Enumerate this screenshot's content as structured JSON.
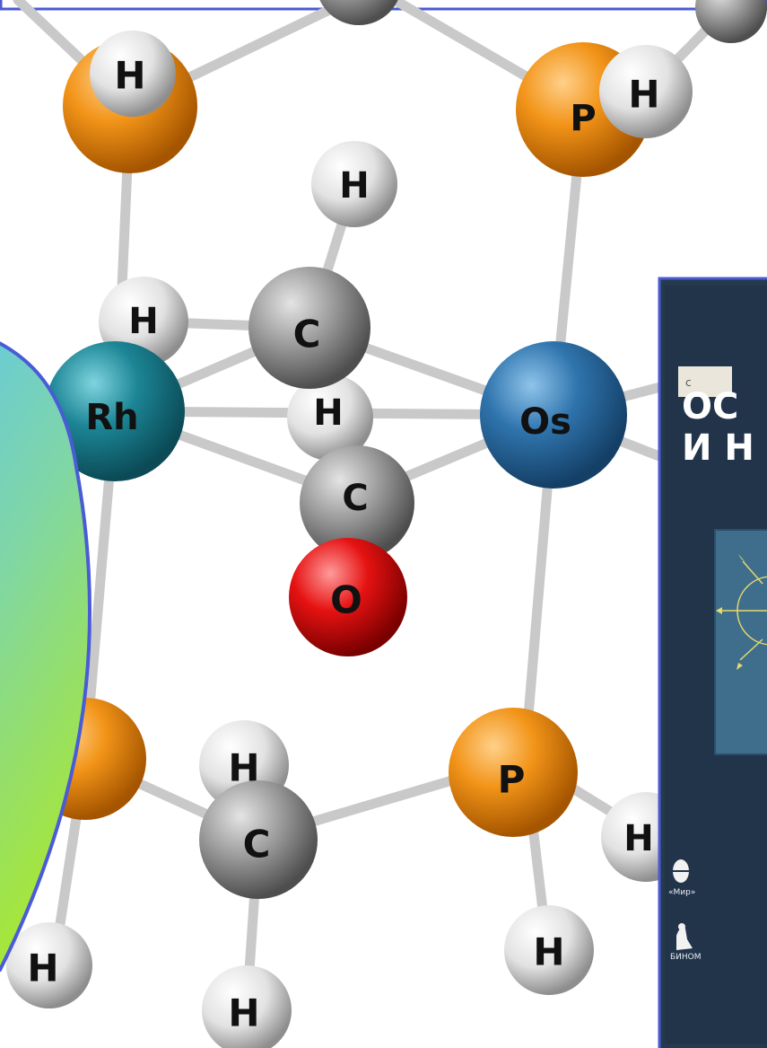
{
  "molecule": {
    "atoms": [
      {
        "id": "p_top_left",
        "label": "",
        "element": "P"
      },
      {
        "id": "h_on_p_top_left",
        "label": "H",
        "element": "H"
      },
      {
        "id": "p_top_right",
        "label": "P",
        "element": "P"
      },
      {
        "id": "h_on_p_top_right",
        "label": "H",
        "element": "H"
      },
      {
        "id": "h_top_center",
        "label": "H",
        "element": "H"
      },
      {
        "id": "h_left_mid",
        "label": "H",
        "element": "H"
      },
      {
        "id": "c_upper",
        "label": "C",
        "element": "C"
      },
      {
        "id": "h_under_c",
        "label": "H",
        "element": "H"
      },
      {
        "id": "rh",
        "label": "Rh",
        "element": "Rh"
      },
      {
        "id": "os",
        "label": "Os",
        "element": "Os"
      },
      {
        "id": "c_carbonyl",
        "label": "C",
        "element": "C"
      },
      {
        "id": "o_carbonyl",
        "label": "O",
        "element": "O"
      },
      {
        "id": "p_bottom_left",
        "label": "",
        "element": "P"
      },
      {
        "id": "p_bottom_right",
        "label": "P",
        "element": "P"
      },
      {
        "id": "h_c_lower_top",
        "label": "H",
        "element": "H"
      },
      {
        "id": "c_lower",
        "label": "C",
        "element": "C"
      },
      {
        "id": "h_right_p",
        "label": "H",
        "element": "H"
      },
      {
        "id": "h_bottom_left",
        "label": "H",
        "element": "H"
      },
      {
        "id": "h_bottom_p",
        "label": "H",
        "element": "H"
      },
      {
        "id": "h_bottom_c",
        "label": "H",
        "element": "H"
      }
    ]
  },
  "book": {
    "title_line1": "ОС",
    "title_line2": "И Н",
    "small_top": "c",
    "publisher1": "«Мир»",
    "publisher2": "БИНОМ"
  },
  "colors": {
    "frame_border": "#4a5bd6",
    "phosphorus": "#f08a10",
    "hydrogen": "#e8e8e8",
    "carbon": "#8c8c8c",
    "rhodium": "#1a7d8c",
    "osmium": "#2a6fa8",
    "oxygen": "#e01010",
    "book_cover": "#26394d",
    "book_inner_panel": "#3f6e8d"
  }
}
